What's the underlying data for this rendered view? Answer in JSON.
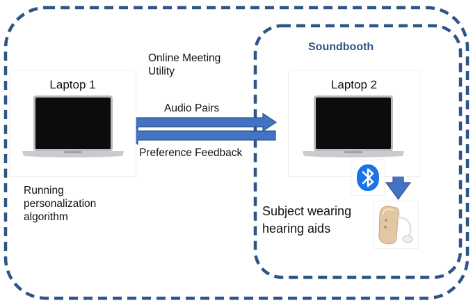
{
  "outer_region": {
    "border_color": "#2f5587"
  },
  "soundbooth": {
    "title": "Soundbooth",
    "title_color": "#2f5587",
    "border_color": "#2f5587"
  },
  "laptop1": {
    "title": "Laptop 1"
  },
  "laptop2": {
    "title": "Laptop 2"
  },
  "labels": {
    "online_meeting_line1": "Online Meeting",
    "online_meeting_line2": "Utility",
    "audio_pairs": "Audio Pairs",
    "preference_feedback": "Preference Feedback",
    "running_line1": "Running",
    "running_line2": "personalization",
    "running_line3": "algorithm",
    "subject_line1": "Subject wearing",
    "subject_line2": "hearing aids"
  },
  "icons": {
    "bluetooth": "bluetooth-icon",
    "hearing_aid": "hearing-aid-icon",
    "arrow_color": "#4472c4",
    "arrow_stroke": "#2f5587",
    "bluetooth_color": "#1a73e8"
  }
}
